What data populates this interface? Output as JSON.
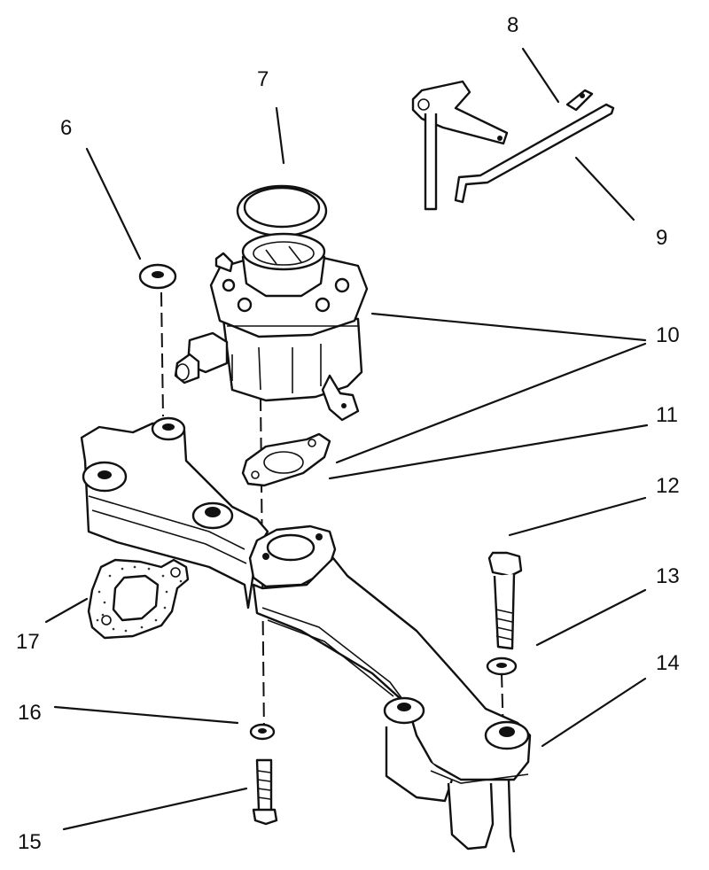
{
  "callouts": [
    "6",
    "7",
    "8",
    "9",
    "10",
    "11",
    "12",
    "13",
    "14",
    "15",
    "16",
    "17"
  ],
  "colors": {
    "ink": "#111111",
    "paper": "#ffffff"
  }
}
